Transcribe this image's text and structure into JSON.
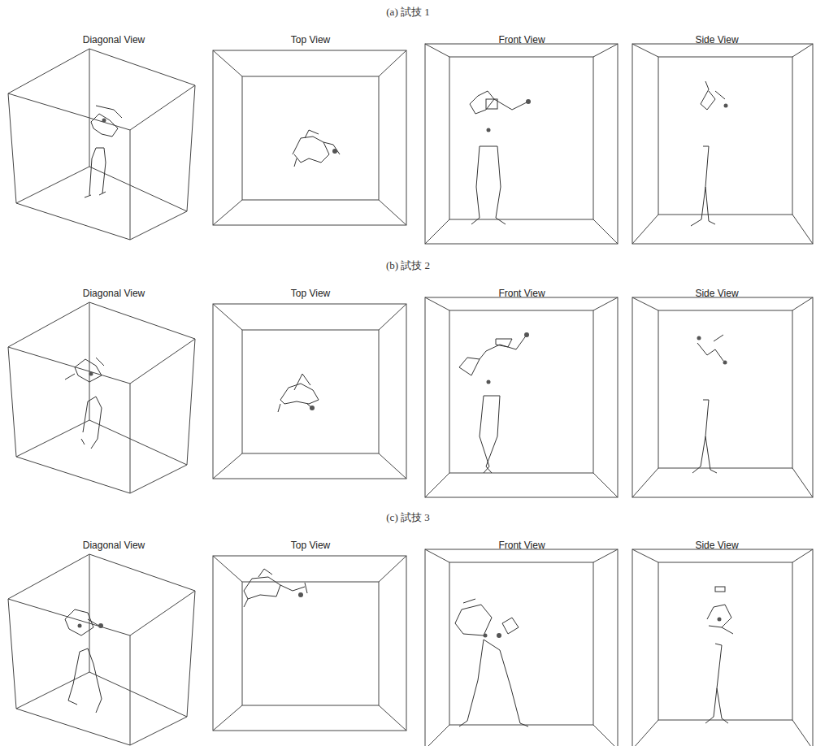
{
  "diagram": {
    "labels": [
      "(a) 試技 1",
      "Diagonal View",
      "Top View",
      "Front View",
      "Side View",
      "(b) 試技 2",
      "Diagonal View",
      "Top View",
      "Front View",
      "Side View",
      "(c) 試技 3",
      "Diagonal View",
      "Top View",
      "Front View",
      "Side View"
    ]
  }
}
